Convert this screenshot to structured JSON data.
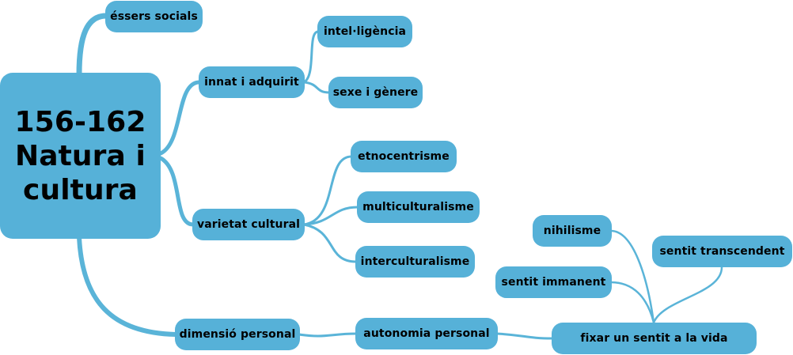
{
  "colors": {
    "node_fill": "#56b1d8",
    "link": "#5ab4d8",
    "text": "#000000"
  },
  "root": {
    "line1": "156-162",
    "line2": "Natura i",
    "line3": "cultura"
  },
  "nodes": {
    "essers_socials": "éssers socials",
    "innat_adquirit": "innat i adquirit",
    "intelligencia": "intel·ligència",
    "sexe_genere": "sexe i gènere",
    "varietat_cultural": "varietat cultural",
    "etnocentrisme": "etnocentrisme",
    "multiculturalisme": "multiculturalisme",
    "interculturalisme": "interculturalisme",
    "dimensio_personal": "dimensió personal",
    "autonomia_personal": "autonomia personal",
    "fixar_sentit": "fixar un sentit a la vida",
    "nihilisme": "nihilisme",
    "sentit_immanent": "sentit immanent",
    "sentit_transcendent": "sentit transcendent"
  }
}
